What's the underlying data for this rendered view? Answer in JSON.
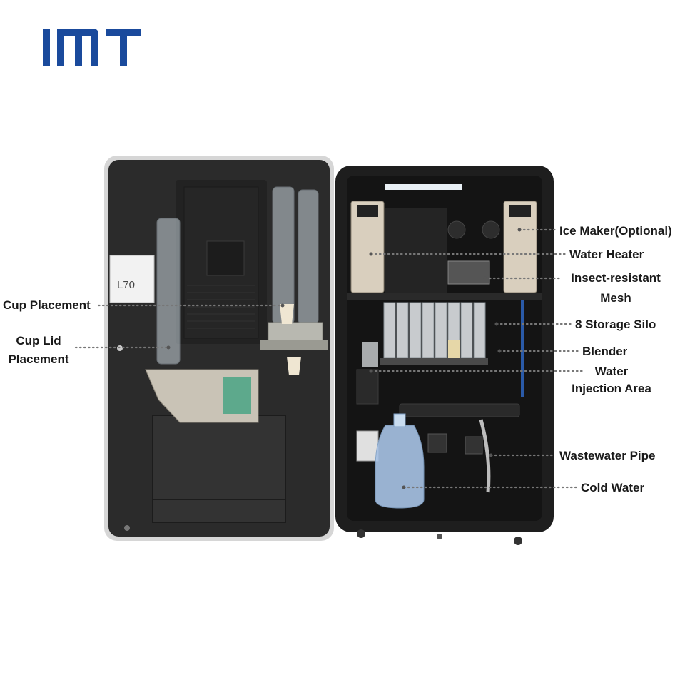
{
  "brand": {
    "logo_text": "IMT",
    "color": "#1a4a9c"
  },
  "door": {
    "device_tag": "L70"
  },
  "labels": {
    "cup_placement": "Cup Placement",
    "cup_lid_line1": "Cup Lid",
    "cup_lid_line2": "Placement",
    "ice_maker": "Ice Maker(Optional)",
    "water_heater": "Water Heater",
    "insect_line1": "Insect-resistant",
    "insect_line2": "Mesh",
    "storage_silo": "8 Storage Silo",
    "blender": "Blender",
    "water_injection_line1": "Water",
    "water_injection_line2": "Injection Area",
    "wastewater_pipe": "Wastewater Pipe",
    "cold_water": "Cold Water"
  },
  "colors": {
    "cabinet": "#1e1e1e",
    "door_panel": "#2b2b2b",
    "door_frame": "#d8d8d8",
    "leader_dots": "#777777",
    "silo": "#e8ecef",
    "heater": "#d9cfbe",
    "water_jug": "#a8c4e6"
  }
}
